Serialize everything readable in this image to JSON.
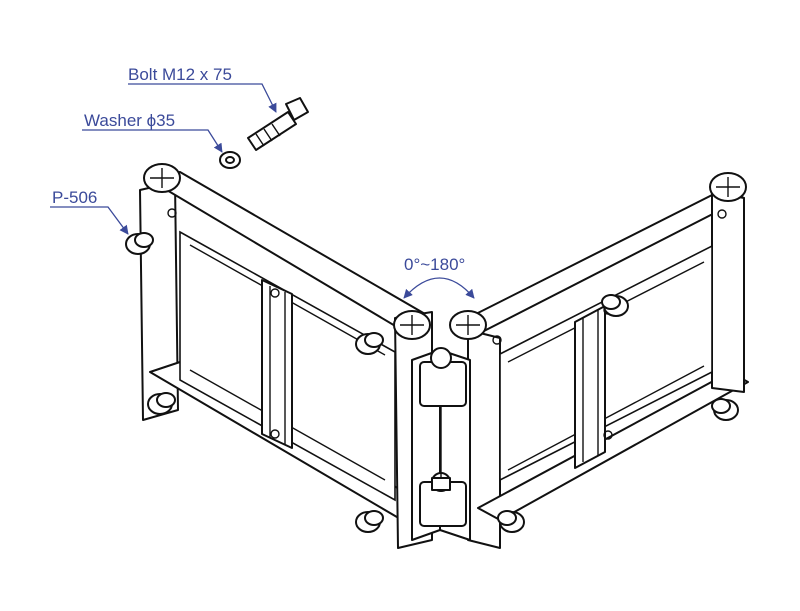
{
  "colors": {
    "annotation": "#3b4a9a",
    "line": "#111111",
    "background": "#ffffff"
  },
  "labels": {
    "bolt": "Bolt M12 x 75",
    "washer": "Washer ϕ35",
    "part_no": "P-506",
    "angle": "0°~180°"
  },
  "icons": [
    "bolt-icon",
    "washer-icon",
    "cross-cap-icon",
    "spigot-icon",
    "hinge-icon"
  ]
}
